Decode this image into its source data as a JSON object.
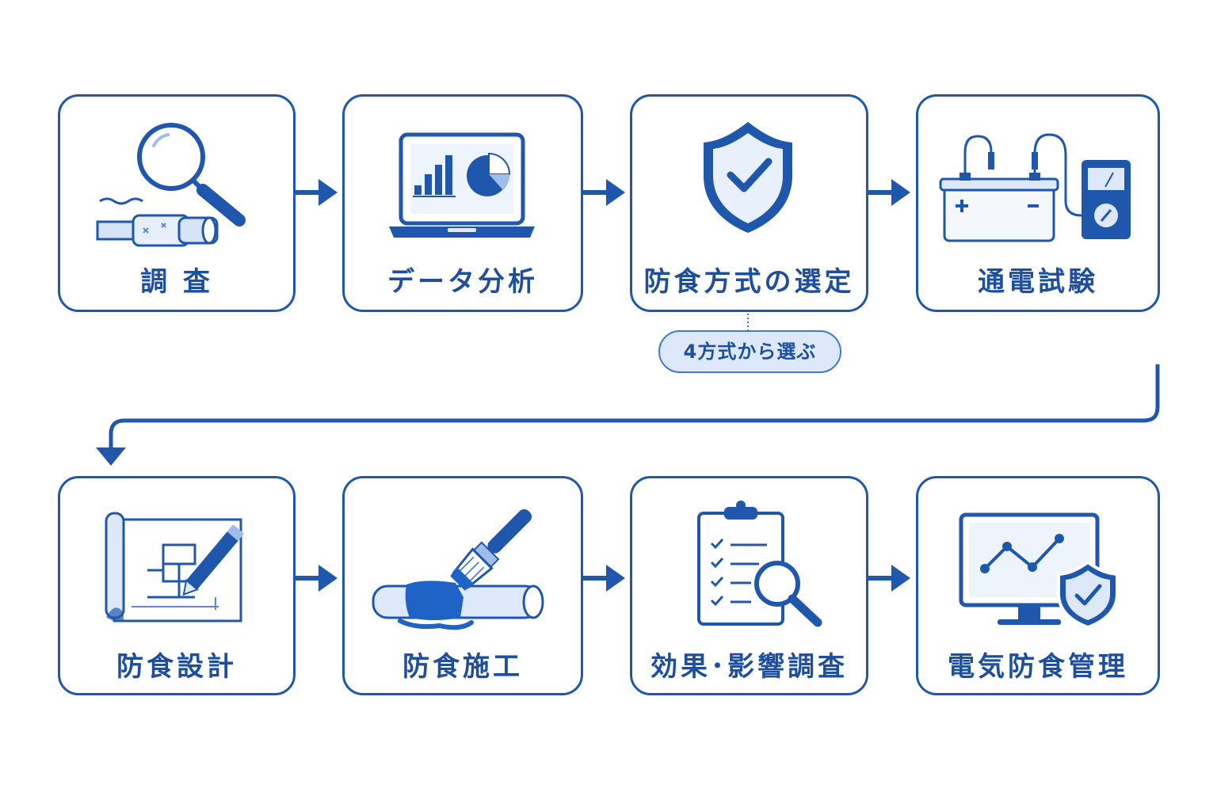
{
  "colors": {
    "primary": "#1f57ad",
    "label": "#1d4f9e",
    "light_fill": "#dde9fa"
  },
  "steps_row1": [
    {
      "label": "調 査",
      "icon": "magnifier-pipe-icon"
    },
    {
      "label": "データ分析",
      "icon": "laptop-chart-icon"
    },
    {
      "label": "防食方式の選定",
      "icon": "shield-check-icon"
    },
    {
      "label": "通電試験",
      "icon": "battery-meter-icon"
    }
  ],
  "steps_row2": [
    {
      "label": "防食設計",
      "icon": "blueprint-pencil-icon"
    },
    {
      "label": "防食施工",
      "icon": "paintbrush-pipe-icon"
    },
    {
      "label": "効果･影響調査",
      "icon": "clipboard-search-icon"
    },
    {
      "label": "電気防食管理",
      "icon": "monitor-shield-icon"
    }
  ],
  "note": {
    "label": "4方式から選ぶ"
  }
}
